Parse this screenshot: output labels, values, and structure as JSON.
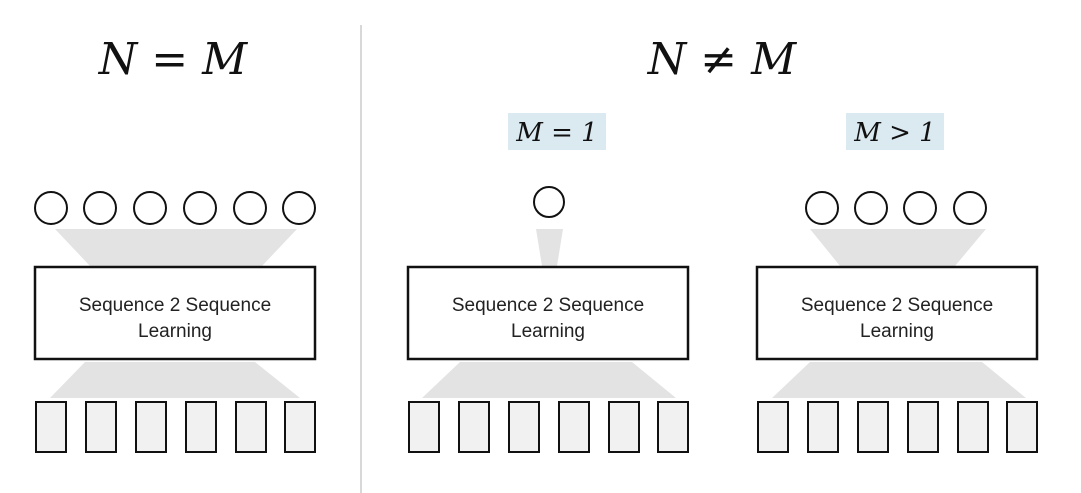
{
  "headings": {
    "left": "N = M",
    "right": "N ≠ M"
  },
  "sub_headings": {
    "middle": "M = 1",
    "right": "M > 1"
  },
  "panels": [
    {
      "id": "equal",
      "box_label_line1": "Sequence 2 Sequence",
      "box_label_line2": "Learning",
      "output_count": 6,
      "input_count": 6
    },
    {
      "id": "one",
      "box_label_line1": "Sequence 2 Sequence",
      "box_label_line2": "Learning",
      "output_count": 1,
      "input_count": 6
    },
    {
      "id": "many",
      "box_label_line1": "Sequence 2 Sequence",
      "box_label_line2": "Learning",
      "output_count": 4,
      "input_count": 6
    }
  ],
  "colors": {
    "sub_label_bg": "#dbe9f1",
    "funnel": "#e3e3e3",
    "token_fill": "#f1f1f1",
    "stroke": "#111111",
    "divider": "#cccccc"
  }
}
